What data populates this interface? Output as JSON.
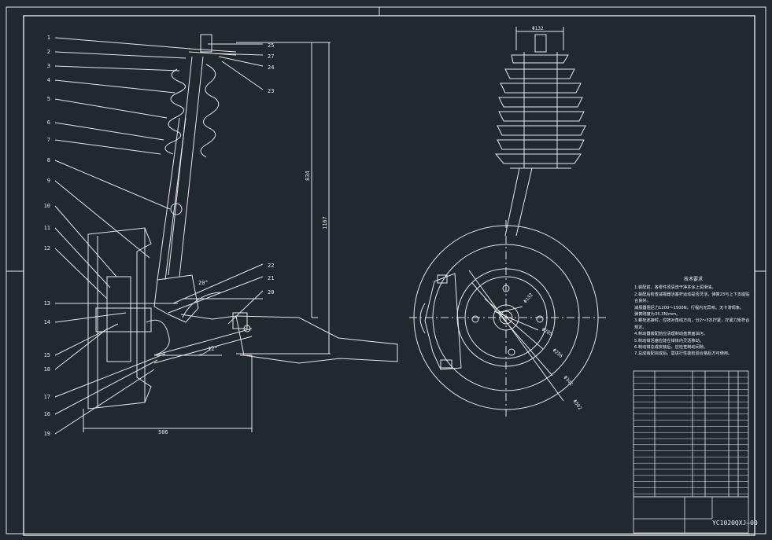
{
  "callouts_left": [
    "1",
    "2",
    "3",
    "4",
    "5",
    "6",
    "7",
    "8",
    "9",
    "10",
    "11",
    "12",
    "13",
    "14",
    "15",
    "18",
    "17",
    "16",
    "19"
  ],
  "callouts_right": [
    "25",
    "27",
    "24",
    "23",
    "22",
    "21",
    "20"
  ],
  "dimensions": {
    "height_834": "834",
    "height_1167": "1167",
    "width_506": "506",
    "angle_top": "20°",
    "angle_bottom": "12°",
    "top_dia": "Φ132",
    "dia_132": "Φ132",
    "dia_205": "Φ205",
    "dia_256": "Φ256",
    "dia_342": "Φ342",
    "dia_502": "Φ502"
  },
  "notes": {
    "title": "技术要求",
    "lines": [
      "1.装配前，各零件须清洗干净并涂上润滑油。",
      "2.装配后检查减振器活塞杆运动是否灵活，弹簧23与上下支座贴合良好。",
      "减振器阻尼力1200～1500N，行程内无异响、无卡滞现象。",
      "弹簧刚度为35.3N/mm。",
      "3.螺栓连接时，应按对角线方向，分2～3次拧紧，拧紧力矩符合规定。",
      "4.制动器装配前应清理制动盘表面油污。",
      "5.制动钳活塞应能在钳体内灵活移动。",
      "6.制动钳总成安装后，应检查制动间隙。",
      "7.总成装配完成后，需进行性能检验合格后方可使用。"
    ]
  },
  "drawing_number": "YC1020QXJ—00"
}
